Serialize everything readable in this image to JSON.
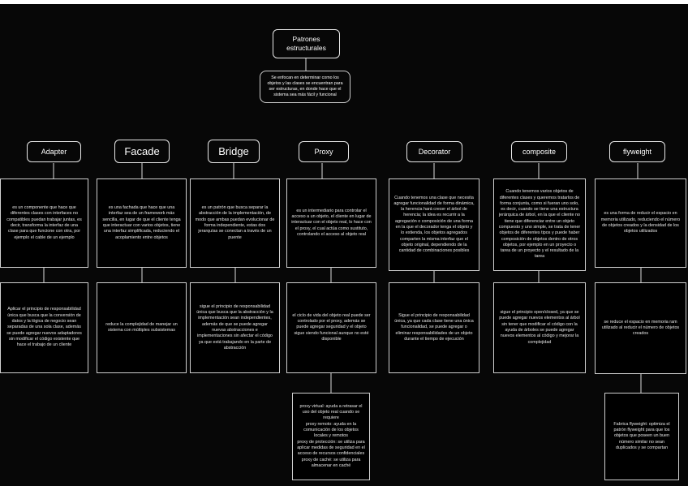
{
  "title": "Patrones\nestructurales",
  "subtitle": "Se enfocan en determinar como los objetos y las clases se encuentran para ser estructuras, en donde hace que el sistema sea más fácil y funcional",
  "patterns": [
    {
      "name": "Adapter",
      "definition": "es un componente que hace que diferentes clases con interfaces no compatibles puedan trabajar juntas, es decir, transforma la interfaz de una clase para que funcione con otra, por ejemplo el cable de un ejemplo",
      "advantage": "Aplicar el principio de responsabilidad única que busca que la conversión de datos y la lógica de negocio sean separadas de una sola clase, además se puede agregar nuevos adaptadores sin modificar el código existente que hace el trabajo de un cliente",
      "extra": ""
    },
    {
      "name": "Facade",
      "definition": "es una fachada que hace que una interfaz sea de un framework más sencilla, en lugar de que el cliente tenga que interactuar con varios objetos, tiene una interfaz simplificada, reduciendo el acoplamiento entre objetos",
      "advantage": "reduce la complejidad de manejar un sistema con múltiples subsistemas",
      "extra": ""
    },
    {
      "name": "Bridge",
      "definition": "es un patrón que busca separar la abstracción de la implementación, de modo que ambas puedan evolucionar de forma independiente, estas dos jerarquías se conectan a través de un puente",
      "advantage": "sigue el principio de responsabilidad única que busca que la abstracción y la implementación sean independientes, además de que se puede agregar nuevas abstracciones e implementaciones sin afectar el código ya que está trabajando en la parte de abstracción",
      "extra": ""
    },
    {
      "name": "Proxy",
      "definition": "es un intermediario para controlar el acceso a un objeto, el cliente en lugar de interactuar con el objeto real, lo hace con el proxy, el cual actúa como sustituto, controlando el acceso al objeto real",
      "advantage": "el ciclo de vida del objeto real puede ser controlado por el proxy, además se puede agregar seguridad y el objeto sigue siendo funcional aunque no esté disponible",
      "extra": "proxy virtual: ayuda a retrasar el uso del objeto real cuando se requiere\nproxy remoto: ayuda en la comunicación de los objetos locales y remotos\nproxy de protección: se utiliza para aplicar medidas de seguridad en el acceso de recursos confidenciales\nproxy de caché: se utiliza para almacenar en caché"
    },
    {
      "name": "Decorator",
      "definition": "Cuando tenemos una clase que necesita agregar funcionalidad de forma dinámica, la herencia hará crecer el árbol de herencia; la idea es recurrir a la agregación o composición de una forma en la que el decorador tenga el objeto y lo extienda, los objetos agregados comparten la misma interfaz que el objeto original, dependiendo de la cantidad de combinaciones posibles",
      "advantage": "Sigue el principio de responsabilidad única, ya que cada clase tiene una única funcionalidad, se puede agregar o eliminar responsabilidades de un objeto durante el tiempo de ejecución",
      "extra": ""
    },
    {
      "name": "composite",
      "definition": "Cuando tenemos varios objetos de diferentes clases y queremos tratarlos de forma conjunta, como si fueran uno solo, es decir, cuando se tiene una estructura jerárquica de árbol, en la que el cliente no tiene que diferenciar entre un objeto compuesto y uno simple, se trata de tener objetos de diferentes tipos y puede haber composición de objetos dentro de otros objetos, por ejemplo en un proyecto o tarea de un proyecto y el resultado de la tarea",
      "advantage": "sigue el principio open/closed, ya que se puede agregar nuevos elementos al árbol sin tener que modificar el código con la ayuda de árboles se puede agregar nuevos elementos al código y mejorar la complejidad",
      "extra": ""
    },
    {
      "name": "flyweight",
      "definition": "es una forma de reducir el espacio en memoria utilizado, reduciendo el número de objetos creados y la densidad de los objetos utilizados",
      "advantage": "se reduce el espacio en memoria ram utilizado al reducir el número de objetos creados",
      "extra": "Fabrica flyweight: optimiza el patrón flyweight para que los objetos que poseen un buen número similar no sean duplicados y se compartan"
    }
  ]
}
